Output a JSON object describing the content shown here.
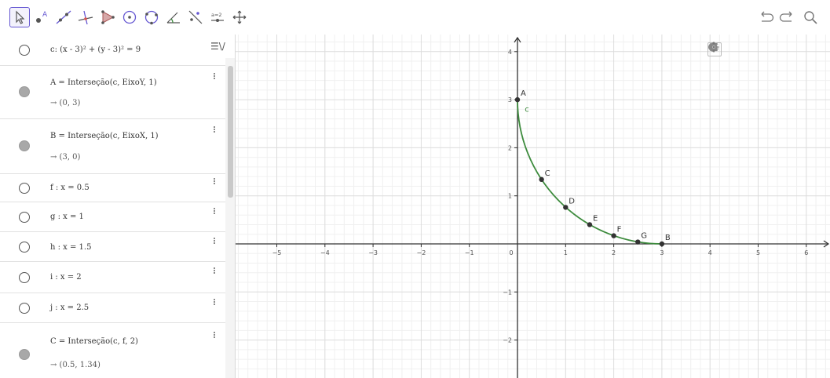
{
  "colors": {
    "accent": "#6557d2",
    "curve": "#3d8b3d",
    "point": "#333333",
    "grid_major": "#dcdcdc",
    "grid_minor": "#f0f0f0",
    "axis": "#333333"
  },
  "toolbar": {
    "tools": [
      {
        "name": "move-tool",
        "icon": "arrow-cursor-icon"
      },
      {
        "name": "point-tool",
        "icon": "point-icon"
      },
      {
        "name": "line-tool",
        "icon": "line-icon"
      },
      {
        "name": "perpendicular-tool",
        "icon": "perpendicular-icon"
      },
      {
        "name": "polygon-tool",
        "icon": "polygon-icon"
      },
      {
        "name": "circle-center-point-tool",
        "icon": "circle-center-icon"
      },
      {
        "name": "circle-three-points-tool",
        "icon": "circle-three-points-icon"
      },
      {
        "name": "angle-tool",
        "icon": "angle-icon"
      },
      {
        "name": "reflect-tool",
        "icon": "reflect-icon"
      },
      {
        "name": "slider-tool",
        "icon": "slider-icon",
        "label": "a=2"
      },
      {
        "name": "move-graphics-tool",
        "icon": "move-view-icon"
      }
    ],
    "right": [
      "undo-icon",
      "redo-icon",
      "search-icon"
    ]
  },
  "algebra": {
    "rows": [
      {
        "def": "c: (x - 3)² + (y - 3)² = 9",
        "visible": false
      },
      {
        "def": "A = Interseção(c, EixoY, 1)",
        "value": "→  (0, 3)",
        "visible": true
      },
      {
        "def": "B = Interseção(c, EixoX, 1)",
        "value": "→  (3, 0)",
        "visible": true
      },
      {
        "def": "f : x = 0.5",
        "visible": false
      },
      {
        "def": "g : x = 1",
        "visible": false
      },
      {
        "def": "h : x = 1.5",
        "visible": false
      },
      {
        "def": "i : x = 2",
        "visible": false
      },
      {
        "def": "j : x = 2.5",
        "visible": false
      },
      {
        "def": "C = Interseção(c, f, 2)",
        "value": "→  (0.5, 1.34)",
        "visible": true
      }
    ],
    "menu_label": "☰\\/"
  },
  "graph": {
    "x_ticks": [
      -5,
      -4,
      -3,
      -2,
      -1,
      0,
      1,
      2,
      3,
      4,
      5,
      6
    ],
    "y_ticks": [
      -2,
      -1,
      1,
      2,
      3,
      4
    ],
    "x_tick_labels": [
      "−5",
      "−4",
      "−3",
      "−2",
      "−1",
      "0",
      "1",
      "2",
      "3",
      "4",
      "5",
      "6"
    ],
    "y_tick_labels": [
      "−2",
      "−1",
      "1",
      "2",
      "3",
      "4"
    ],
    "curve_label": "c",
    "points": [
      {
        "name": "A",
        "x": 0,
        "y": 3
      },
      {
        "name": "C",
        "x": 0.5,
        "y": 1.34
      },
      {
        "name": "D",
        "x": 1,
        "y": 0.76
      },
      {
        "name": "E",
        "x": 1.5,
        "y": 0.4
      },
      {
        "name": "F",
        "x": 2,
        "y": 0.17
      },
      {
        "name": "G",
        "x": 2.5,
        "y": 0.04
      },
      {
        "name": "B",
        "x": 3,
        "y": 0
      }
    ],
    "arc": {
      "cx": 3,
      "cy": 3,
      "r": 3
    }
  }
}
